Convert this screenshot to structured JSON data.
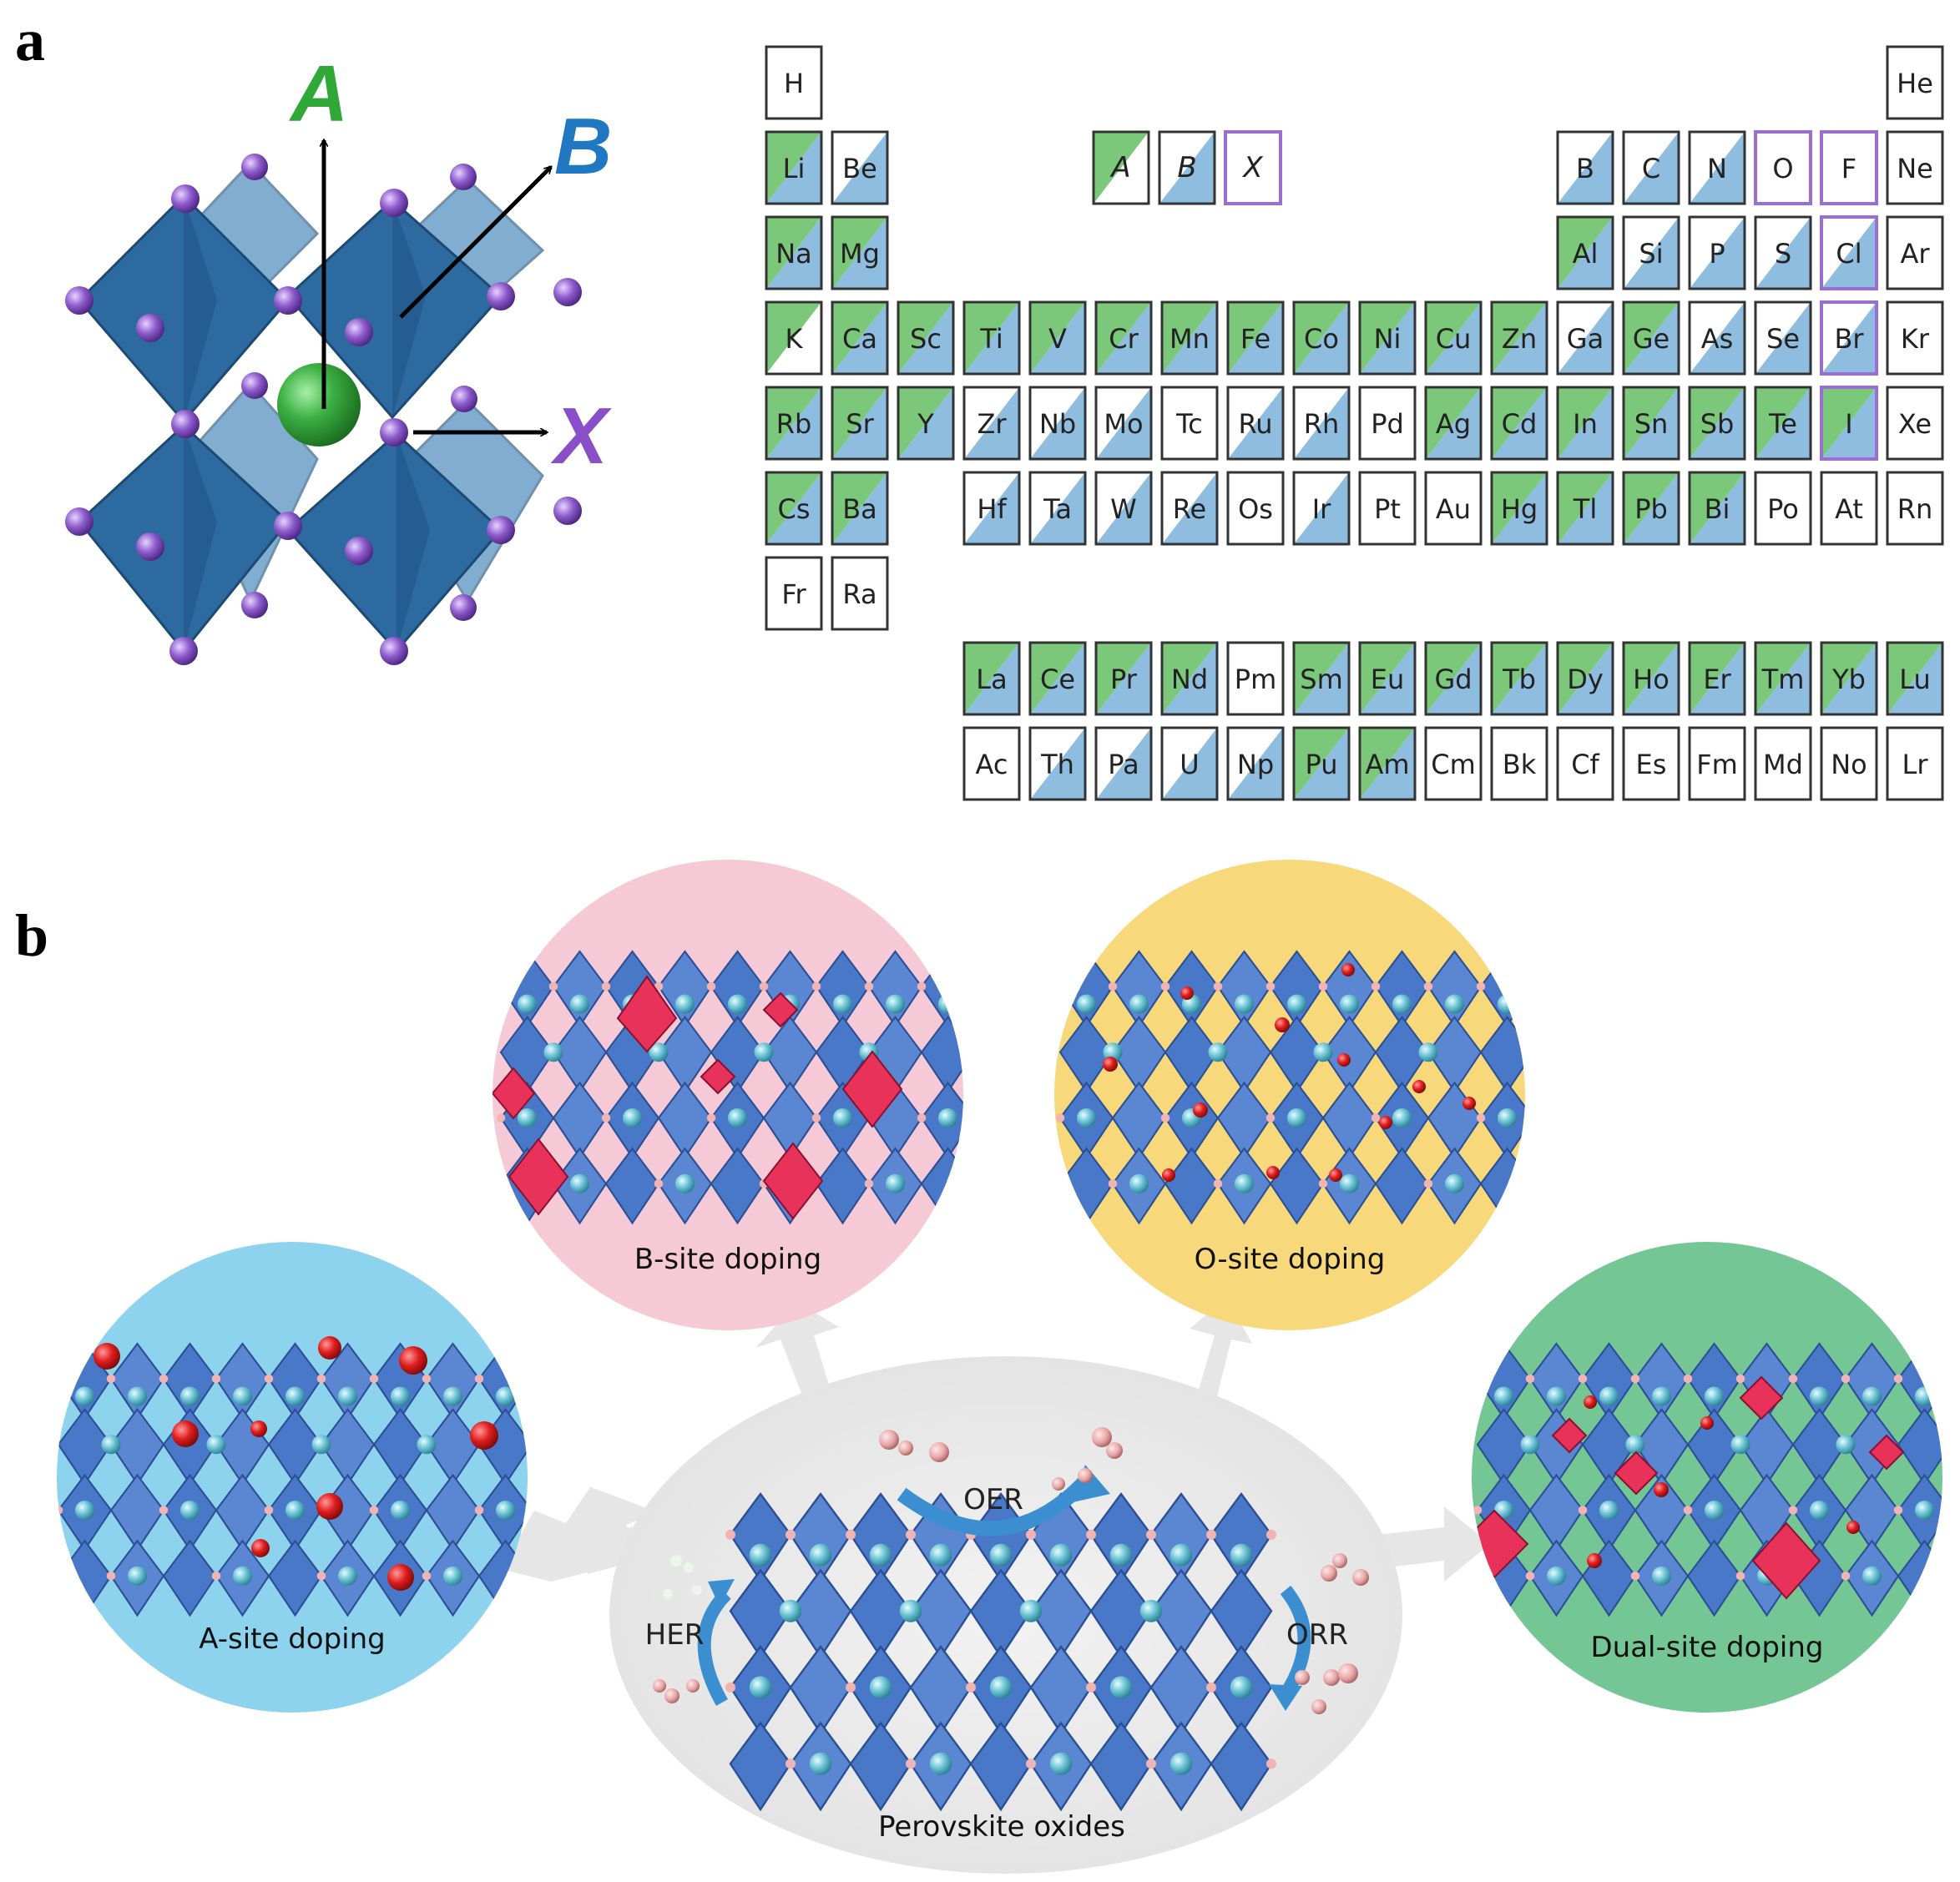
{
  "figure": {
    "panel_a_label": "a",
    "panel_b_label": "b"
  },
  "crystal": {
    "label_a": "A",
    "label_b": "B",
    "label_x": "X",
    "colors": {
      "a": "#2fa838",
      "b": "#1f78c1",
      "x": "#8a4fc8",
      "octahedron": "#2c6da6"
    }
  },
  "key": {
    "a": "A",
    "b": "B",
    "x": "X"
  },
  "periodic_table": {
    "colors": {
      "a_site": "#7cc87a",
      "b_site": "#8fbde0",
      "x_site": "#9a6fd0",
      "border": "#333333"
    },
    "main": [
      {
        "s": "H",
        "r": 1,
        "c": 1,
        "t": "n"
      },
      {
        "s": "He",
        "r": 1,
        "c": 18,
        "t": "n"
      },
      {
        "s": "Li",
        "r": 2,
        "c": 1,
        "t": "ab"
      },
      {
        "s": "Be",
        "r": 2,
        "c": 2,
        "t": "b"
      },
      {
        "s": "B",
        "r": 2,
        "c": 13,
        "t": "b"
      },
      {
        "s": "C",
        "r": 2,
        "c": 14,
        "t": "b"
      },
      {
        "s": "N",
        "r": 2,
        "c": 15,
        "t": "b"
      },
      {
        "s": "O",
        "r": 2,
        "c": 16,
        "t": "x"
      },
      {
        "s": "F",
        "r": 2,
        "c": 17,
        "t": "x"
      },
      {
        "s": "Ne",
        "r": 2,
        "c": 18,
        "t": "n"
      },
      {
        "s": "Na",
        "r": 3,
        "c": 1,
        "t": "ab"
      },
      {
        "s": "Mg",
        "r": 3,
        "c": 2,
        "t": "ab"
      },
      {
        "s": "Al",
        "r": 3,
        "c": 13,
        "t": "ab"
      },
      {
        "s": "Si",
        "r": 3,
        "c": 14,
        "t": "b"
      },
      {
        "s": "P",
        "r": 3,
        "c": 15,
        "t": "b"
      },
      {
        "s": "S",
        "r": 3,
        "c": 16,
        "t": "b"
      },
      {
        "s": "Cl",
        "r": 3,
        "c": 17,
        "t": "bx"
      },
      {
        "s": "Ar",
        "r": 3,
        "c": 18,
        "t": "n"
      },
      {
        "s": "K",
        "r": 4,
        "c": 1,
        "t": "a"
      },
      {
        "s": "Ca",
        "r": 4,
        "c": 2,
        "t": "ab"
      },
      {
        "s": "Sc",
        "r": 4,
        "c": 3,
        "t": "ab"
      },
      {
        "s": "Ti",
        "r": 4,
        "c": 4,
        "t": "ab"
      },
      {
        "s": "V",
        "r": 4,
        "c": 5,
        "t": "ab"
      },
      {
        "s": "Cr",
        "r": 4,
        "c": 6,
        "t": "ab"
      },
      {
        "s": "Mn",
        "r": 4,
        "c": 7,
        "t": "ab"
      },
      {
        "s": "Fe",
        "r": 4,
        "c": 8,
        "t": "ab"
      },
      {
        "s": "Co",
        "r": 4,
        "c": 9,
        "t": "ab"
      },
      {
        "s": "Ni",
        "r": 4,
        "c": 10,
        "t": "ab"
      },
      {
        "s": "Cu",
        "r": 4,
        "c": 11,
        "t": "ab"
      },
      {
        "s": "Zn",
        "r": 4,
        "c": 12,
        "t": "ab"
      },
      {
        "s": "Ga",
        "r": 4,
        "c": 13,
        "t": "b"
      },
      {
        "s": "Ge",
        "r": 4,
        "c": 14,
        "t": "ab"
      },
      {
        "s": "As",
        "r": 4,
        "c": 15,
        "t": "b"
      },
      {
        "s": "Se",
        "r": 4,
        "c": 16,
        "t": "b"
      },
      {
        "s": "Br",
        "r": 4,
        "c": 17,
        "t": "bx"
      },
      {
        "s": "Kr",
        "r": 4,
        "c": 18,
        "t": "n"
      },
      {
        "s": "Rb",
        "r": 5,
        "c": 1,
        "t": "ab"
      },
      {
        "s": "Sr",
        "r": 5,
        "c": 2,
        "t": "ab"
      },
      {
        "s": "Y",
        "r": 5,
        "c": 3,
        "t": "ab"
      },
      {
        "s": "Zr",
        "r": 5,
        "c": 4,
        "t": "b"
      },
      {
        "s": "Nb",
        "r": 5,
        "c": 5,
        "t": "b"
      },
      {
        "s": "Mo",
        "r": 5,
        "c": 6,
        "t": "b"
      },
      {
        "s": "Tc",
        "r": 5,
        "c": 7,
        "t": "n"
      },
      {
        "s": "Ru",
        "r": 5,
        "c": 8,
        "t": "b"
      },
      {
        "s": "Rh",
        "r": 5,
        "c": 9,
        "t": "b"
      },
      {
        "s": "Pd",
        "r": 5,
        "c": 10,
        "t": "n"
      },
      {
        "s": "Ag",
        "r": 5,
        "c": 11,
        "t": "ab"
      },
      {
        "s": "Cd",
        "r": 5,
        "c": 12,
        "t": "ab"
      },
      {
        "s": "In",
        "r": 5,
        "c": 13,
        "t": "ab"
      },
      {
        "s": "Sn",
        "r": 5,
        "c": 14,
        "t": "ab"
      },
      {
        "s": "Sb",
        "r": 5,
        "c": 15,
        "t": "ab"
      },
      {
        "s": "Te",
        "r": 5,
        "c": 16,
        "t": "ab"
      },
      {
        "s": "I",
        "r": 5,
        "c": 17,
        "t": "abx"
      },
      {
        "s": "Xe",
        "r": 5,
        "c": 18,
        "t": "n"
      },
      {
        "s": "Cs",
        "r": 6,
        "c": 1,
        "t": "ab"
      },
      {
        "s": "Ba",
        "r": 6,
        "c": 2,
        "t": "ab"
      },
      {
        "s": "Hf",
        "r": 6,
        "c": 4,
        "t": "b"
      },
      {
        "s": "Ta",
        "r": 6,
        "c": 5,
        "t": "b"
      },
      {
        "s": "W",
        "r": 6,
        "c": 6,
        "t": "b"
      },
      {
        "s": "Re",
        "r": 6,
        "c": 7,
        "t": "b"
      },
      {
        "s": "Os",
        "r": 6,
        "c": 8,
        "t": "n"
      },
      {
        "s": "Ir",
        "r": 6,
        "c": 9,
        "t": "b"
      },
      {
        "s": "Pt",
        "r": 6,
        "c": 10,
        "t": "n"
      },
      {
        "s": "Au",
        "r": 6,
        "c": 11,
        "t": "n"
      },
      {
        "s": "Hg",
        "r": 6,
        "c": 12,
        "t": "ab"
      },
      {
        "s": "Tl",
        "r": 6,
        "c": 13,
        "t": "ab"
      },
      {
        "s": "Pb",
        "r": 6,
        "c": 14,
        "t": "ab"
      },
      {
        "s": "Bi",
        "r": 6,
        "c": 15,
        "t": "ab"
      },
      {
        "s": "Po",
        "r": 6,
        "c": 16,
        "t": "n"
      },
      {
        "s": "At",
        "r": 6,
        "c": 17,
        "t": "n"
      },
      {
        "s": "Rn",
        "r": 6,
        "c": 18,
        "t": "n"
      },
      {
        "s": "Fr",
        "r": 7,
        "c": 1,
        "t": "n"
      },
      {
        "s": "Ra",
        "r": 7,
        "c": 2,
        "t": "n"
      }
    ],
    "lanthanides": [
      {
        "s": "La",
        "t": "ab"
      },
      {
        "s": "Ce",
        "t": "ab"
      },
      {
        "s": "Pr",
        "t": "ab"
      },
      {
        "s": "Nd",
        "t": "ab"
      },
      {
        "s": "Pm",
        "t": "n"
      },
      {
        "s": "Sm",
        "t": "ab"
      },
      {
        "s": "Eu",
        "t": "ab"
      },
      {
        "s": "Gd",
        "t": "ab"
      },
      {
        "s": "Tb",
        "t": "ab"
      },
      {
        "s": "Dy",
        "t": "ab"
      },
      {
        "s": "Ho",
        "t": "ab"
      },
      {
        "s": "Er",
        "t": "ab"
      },
      {
        "s": "Tm",
        "t": "ab"
      },
      {
        "s": "Yb",
        "t": "ab"
      },
      {
        "s": "Lu",
        "t": "ab"
      }
    ],
    "actinides": [
      {
        "s": "Ac",
        "t": "n"
      },
      {
        "s": "Th",
        "t": "b"
      },
      {
        "s": "Pa",
        "t": "b"
      },
      {
        "s": "U",
        "t": "b"
      },
      {
        "s": "Np",
        "t": "b"
      },
      {
        "s": "Pu",
        "t": "ab"
      },
      {
        "s": "Am",
        "t": "ab"
      },
      {
        "s": "Cm",
        "t": "n"
      },
      {
        "s": "Bk",
        "t": "n"
      },
      {
        "s": "Cf",
        "t": "n"
      },
      {
        "s": "Es",
        "t": "n"
      },
      {
        "s": "Fm",
        "t": "n"
      },
      {
        "s": "Md",
        "t": "n"
      },
      {
        "s": "No",
        "t": "n"
      },
      {
        "s": "Lr",
        "t": "n"
      }
    ]
  },
  "panel_b": {
    "center_caption": "Perovskite oxides",
    "her": "HER",
    "oer": "OER",
    "orr": "ORR",
    "bubbles": [
      {
        "id": "a-site",
        "caption": "A-site doping",
        "bg": "#8dd3ee"
      },
      {
        "id": "b-site",
        "caption": "B-site doping",
        "bg": "#f5cad6"
      },
      {
        "id": "o-site",
        "caption": "O-site doping",
        "bg": "#f7d87a"
      },
      {
        "id": "dual-site",
        "caption": "Dual-site doping",
        "bg": "#74c794"
      }
    ]
  }
}
